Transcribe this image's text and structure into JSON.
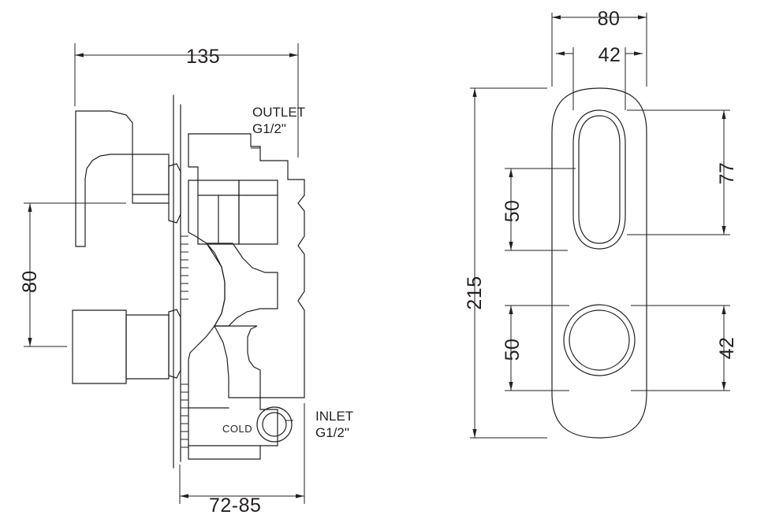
{
  "drawing": {
    "title": "",
    "views": {
      "front": {
        "name": "front-section-view",
        "dimensions": {
          "width_top": "135",
          "height_left": "80",
          "depth_bottom": "72-85"
        },
        "labels": {
          "outlet_line1": "OUTLET",
          "outlet_line2": "G1/2\"",
          "inlet_line1": "INLET",
          "inlet_line2": "G1/2\"",
          "cold": "COLD"
        }
      },
      "plan": {
        "name": "faceplate-plan-view",
        "dimensions": {
          "overall_width": "80",
          "inner_width": "42",
          "overall_height": "215",
          "upper_oval_height": "77",
          "lower_circle_dia": "42",
          "upper_center_offset": "50",
          "lower_center_offset": "50"
        }
      }
    },
    "colors": {
      "line": "#231f20",
      "background": "#ffffff"
    }
  }
}
